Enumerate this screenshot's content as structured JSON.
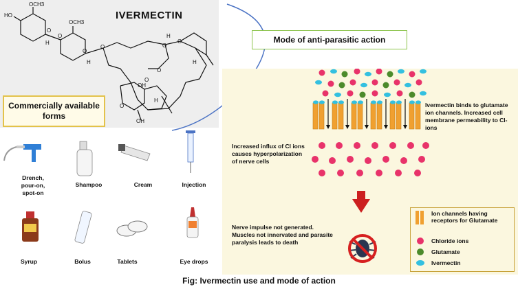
{
  "molecule": {
    "drug_name": "IVERMECTIN",
    "atom_labels": [
      "OCH3",
      "HO",
      "O",
      "OCH3",
      "O",
      "H",
      "O",
      "H",
      "O",
      "O",
      "O",
      "H",
      "H",
      "O",
      "O",
      "OH",
      "O",
      "H",
      "OH"
    ]
  },
  "headings": {
    "mode_of_action": "Mode of anti-parasitic action",
    "commercial_forms": "Commercially available forms"
  },
  "forms": [
    {
      "label": "Drench, pour-on, spot-on",
      "icon": "drench-gun-icon"
    },
    {
      "label": "Shampoo",
      "icon": "shampoo-bottle-icon"
    },
    {
      "label": "Cream",
      "icon": "cream-tube-icon"
    },
    {
      "label": "Injection",
      "icon": "syringe-icon"
    },
    {
      "label": "Syrup",
      "icon": "syrup-bottle-icon"
    },
    {
      "label": "Bolus",
      "icon": "bolus-icon"
    },
    {
      "label": "Tablets",
      "icon": "tablets-icon"
    },
    {
      "label": "Eye drops",
      "icon": "eye-drops-icon"
    }
  ],
  "mechanism": {
    "binding_text": "Ivermectin binds to glutamate ion channels. Increased cell membrane permeability to Cl- ions",
    "influx_text": "Increased influx of Cl ions causes hyperpolarization of nerve cells",
    "result_text": "Nerve impulse not generated. Muscles not innervated and parasite paralysis leads to death"
  },
  "legend": [
    {
      "label": "Ion channels having receptors for Glutamate",
      "symbol": "ion-channel",
      "color": "#f0a030"
    },
    {
      "label": "Chloride ions",
      "symbol": "circle",
      "color": "#e8336a"
    },
    {
      "label": "Glutamate",
      "symbol": "circle",
      "color": "#4c8b2b"
    },
    {
      "label": "Ivermectin",
      "symbol": "ellipse",
      "color": "#33c0e0"
    }
  ],
  "caption": "Fig: Ivermectin use and mode of action",
  "colors": {
    "chloride": "#e8336a",
    "glutamate": "#4c8b2b",
    "ivermectin": "#33c0e0",
    "channel": "#f0a030",
    "arrow": "#cc1f1f"
  }
}
